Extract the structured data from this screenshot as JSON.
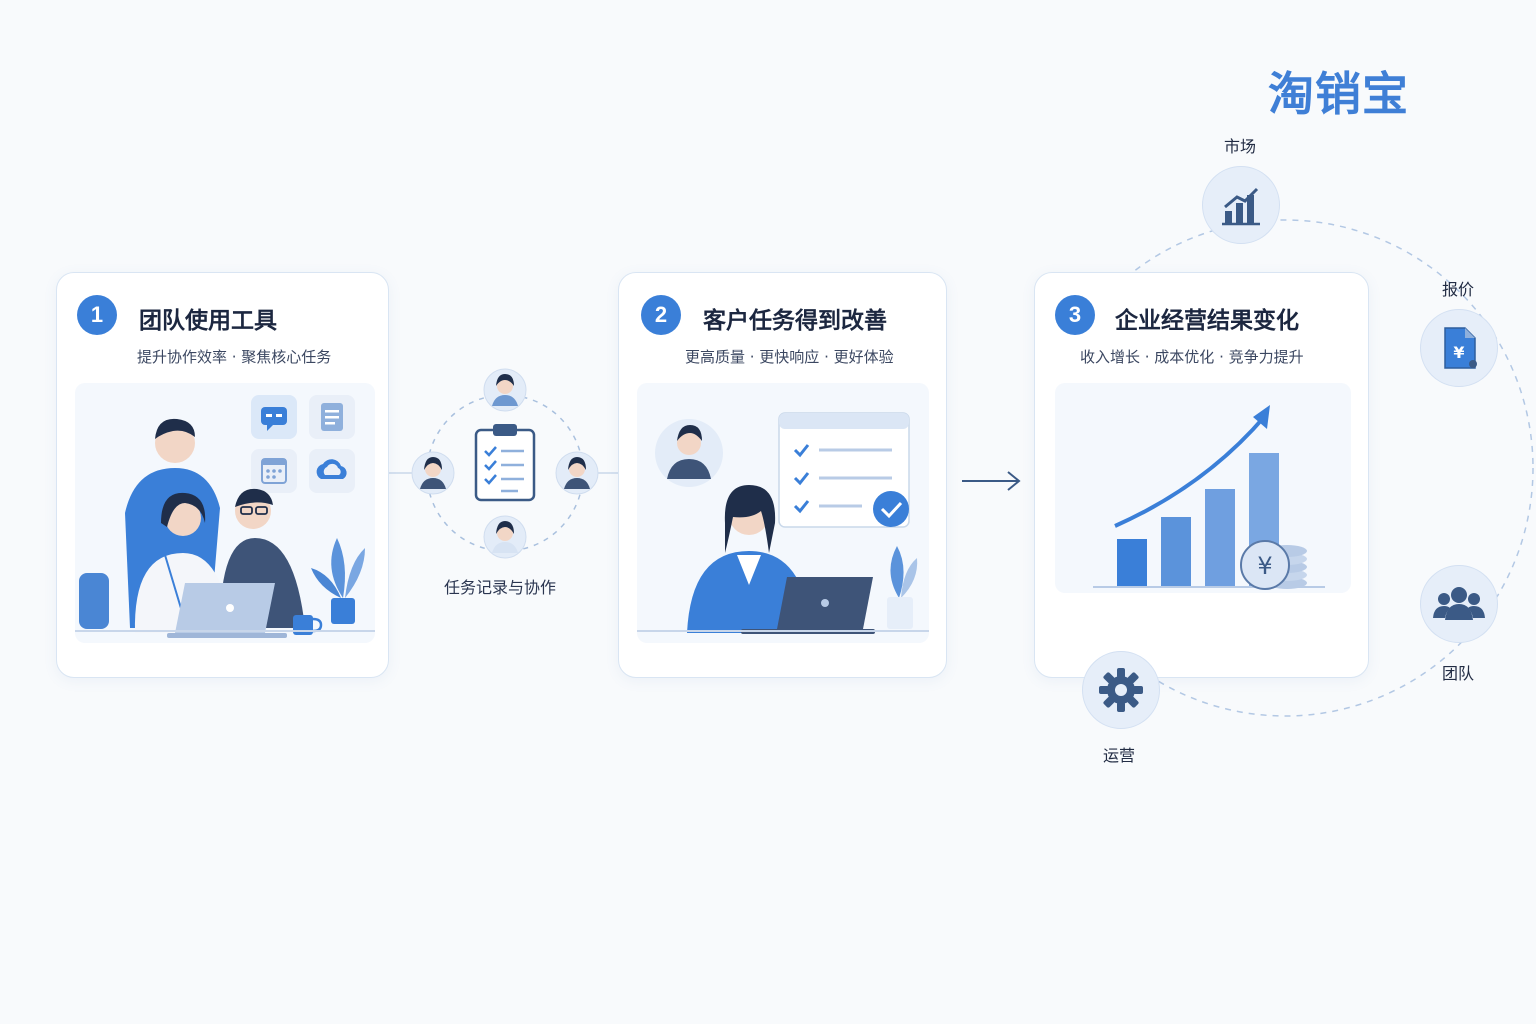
{
  "brand": "淘销宝",
  "steps": [
    {
      "number": "1",
      "title": "团队使用工具",
      "subtitle": "提升协作效率 · 聚焦核心任务"
    },
    {
      "number": "2",
      "title": "客户任务得到改善",
      "subtitle": "更高质量 · 更快响应 · 更好体验"
    },
    {
      "number": "3",
      "title": "企业经营结果变化",
      "subtitle": "收入增长 · 成本优化 · 竞争力提升"
    }
  ],
  "connector": {
    "label": "任务记录与协作"
  },
  "ring": {
    "market": "市场",
    "quote": "报价",
    "team": "团队",
    "operations": "运营"
  },
  "icons": {
    "chat": "chat-icon",
    "document": "document-icon",
    "calendar": "calendar-icon",
    "cloud": "cloud-icon",
    "clipboard": "clipboard-checklist-icon",
    "market": "bar-chart-icon",
    "quote": "yuan-document-icon",
    "team": "team-icon",
    "operations": "gear-icon",
    "coin": "yuan-coin-icon"
  },
  "colors": {
    "accent": "#3a7fd8",
    "brand": "#3f7fd6",
    "dark": "#3b5a86"
  }
}
